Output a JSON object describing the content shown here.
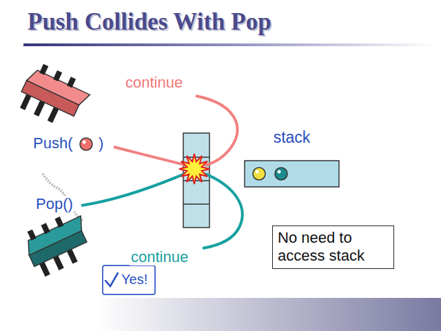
{
  "diagram": {
    "title": "Push Collides With Pop",
    "nodes": [
      {
        "text": [
          "stack"
        ]
      },
      {
        "text": [
          "No need to access stack"
        ]
      },
      {
        "text": [
          "Yes!"
        ]
      }
    ],
    "labels": [
      "continue",
      "Push(",
      ")",
      "Pop()",
      "continue"
    ]
  }
}
